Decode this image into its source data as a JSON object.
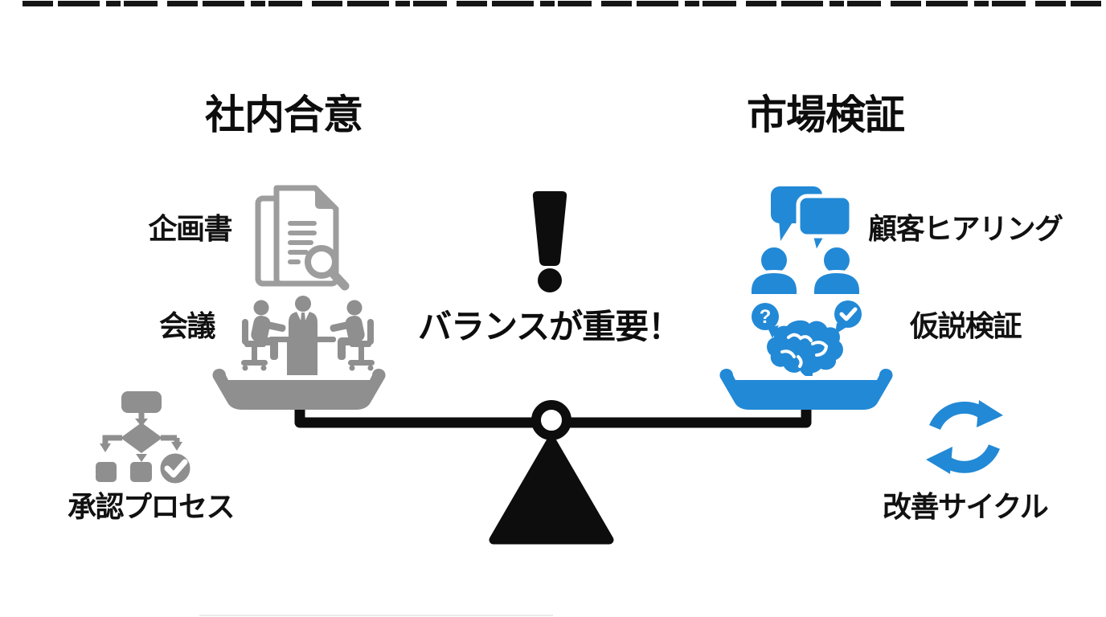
{
  "center": {
    "alert_mark": "!",
    "message": "バランスが重要！"
  },
  "left_side": {
    "title": "社内合意",
    "accent_color": "#8f8f8f",
    "items": [
      {
        "label": "企画書",
        "icon": "document-search-icon"
      },
      {
        "label": "会議",
        "icon": "meeting-icon"
      },
      {
        "label": "承認プロセス",
        "icon": "approval-flowchart-icon"
      }
    ]
  },
  "right_side": {
    "title": "市場検証",
    "accent_color": "#2289d6",
    "items": [
      {
        "label": "顧客ヒアリング",
        "icon": "customer-interview-icon"
      },
      {
        "label": "仮説検証",
        "icon": "hypothesis-brain-icon"
      },
      {
        "label": "改善サイクル",
        "icon": "improvement-cycle-icon"
      }
    ]
  },
  "scale": {
    "beam_color": "#0d0d0d",
    "left_pan_color": "#8f8f8f",
    "right_pan_color": "#2289d6"
  }
}
